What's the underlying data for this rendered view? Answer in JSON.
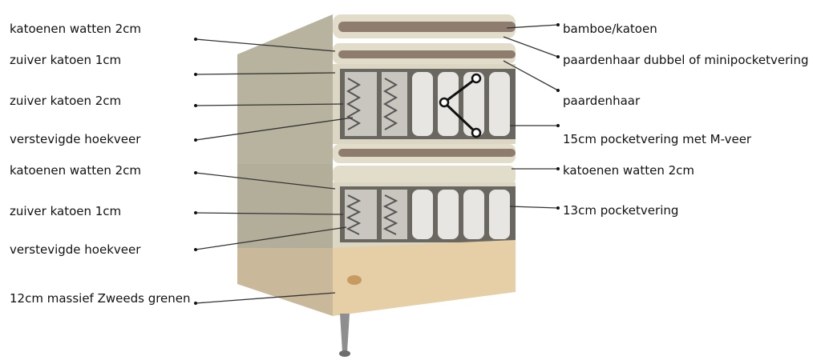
{
  "labels_left": [
    "katoenen watten 2cm",
    "zuiver katoen 1cm",
    "zuiver katoen 2cm",
    "verstevigde hoekveer",
    "katoenen watten 2cm",
    "zuiver katoen 1cm",
    "verstevigde hoekveer",
    "12cm massief Zweeds grenen"
  ],
  "labels_right": [
    "bamboe/katoen",
    "paardenhaar dubbel of minipocketvering",
    "paardenhaar",
    "15cm pocketvering met M-veer",
    "katoenen watten 2cm",
    "13cm pocketvering"
  ]
}
